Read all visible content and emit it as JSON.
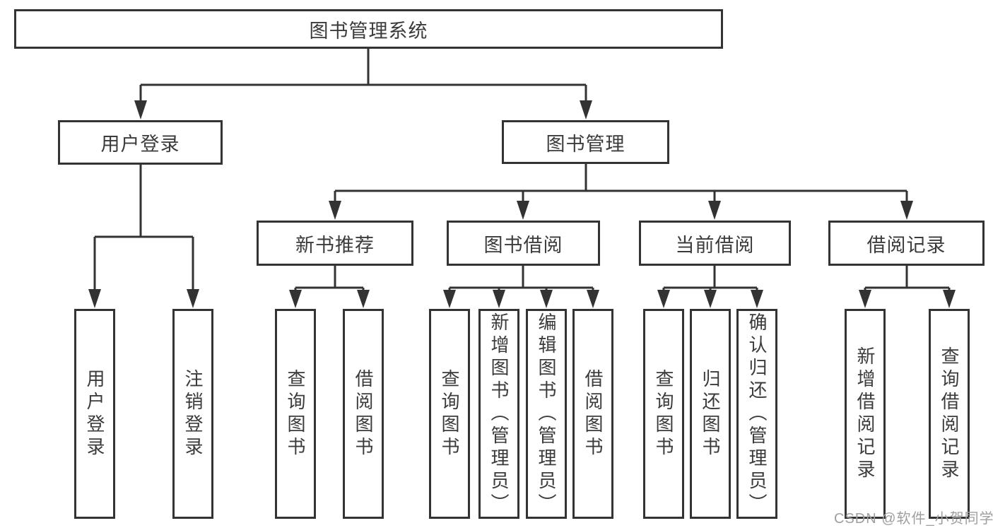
{
  "colors": {
    "line": "#333333",
    "text": "#3b3b3b",
    "watermark": "#9f9f9f"
  },
  "diagram": {
    "type": "hierarchy-tree",
    "root": {
      "label": "图书管理系统"
    },
    "branches": [
      {
        "label": "用户登录"
      },
      {
        "label": "图书管理"
      }
    ],
    "categories": [
      {
        "label": "新书推荐",
        "parent": "图书管理"
      },
      {
        "label": "图书借阅",
        "parent": "图书管理"
      },
      {
        "label": "当前借阅",
        "parent": "图书管理"
      },
      {
        "label": "借阅记录",
        "parent": "图书管理"
      }
    ],
    "leaves": [
      {
        "label": "用户登录",
        "parent": "用户登录"
      },
      {
        "label": "注销登录",
        "parent": "用户登录"
      },
      {
        "label": "查询图书",
        "parent": "新书推荐"
      },
      {
        "label": "借阅图书",
        "parent": "新书推荐"
      },
      {
        "label": "查询图书",
        "parent": "图书借阅"
      },
      {
        "label": "新增图书（管理员）",
        "parent": "图书借阅"
      },
      {
        "label": "编辑图书（管理员）",
        "parent": "图书借阅"
      },
      {
        "label": "借阅图书",
        "parent": "图书借阅"
      },
      {
        "label": "查询图书",
        "parent": "当前借阅"
      },
      {
        "label": "归还图书",
        "parent": "当前借阅"
      },
      {
        "label": "确认归还（管理员）",
        "parent": "当前借阅"
      },
      {
        "label": "新增借阅记录",
        "parent": "借阅记录"
      },
      {
        "label": "查询借阅记录",
        "parent": "借阅记录"
      }
    ]
  },
  "watermark": {
    "text": "CSDN @软件_小贺同学"
  }
}
